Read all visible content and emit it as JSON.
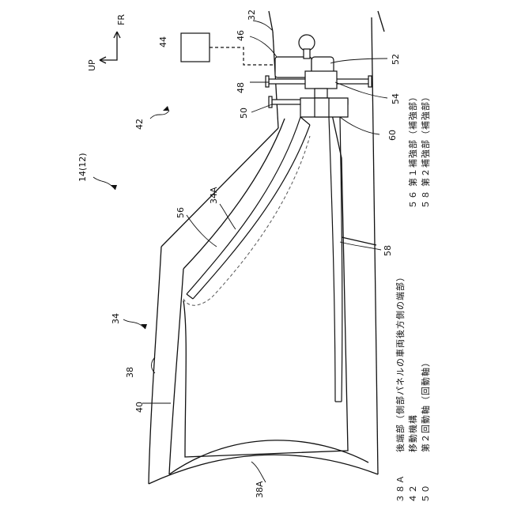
{
  "figure": {
    "refs": {
      "r32": "32",
      "r44": "44",
      "r46": "46",
      "r52": "52",
      "r48": "48",
      "r54": "54",
      "r50": "50",
      "r60": "60",
      "r42": "42",
      "r14": "14(12)",
      "r34a": "34A",
      "r56": "56",
      "r58": "58",
      "r34": "34",
      "r38": "38",
      "r40": "40",
      "r38a": "38A"
    },
    "axes": {
      "forward": "FR",
      "up": "UP"
    },
    "legend_left": [
      {
        "code": "３８Ａ",
        "text": "後端部（側部パネルの車両後方側の端部）"
      },
      {
        "code": "４２",
        "text": "移動機構"
      },
      {
        "code": "５０",
        "text": "第２回動軸（回動軸）"
      }
    ],
    "legend_right": [
      {
        "code": "５６",
        "text": "第１補強部（補強部）"
      },
      {
        "code": "５８",
        "text": "第２補強部（補強部）"
      }
    ]
  }
}
